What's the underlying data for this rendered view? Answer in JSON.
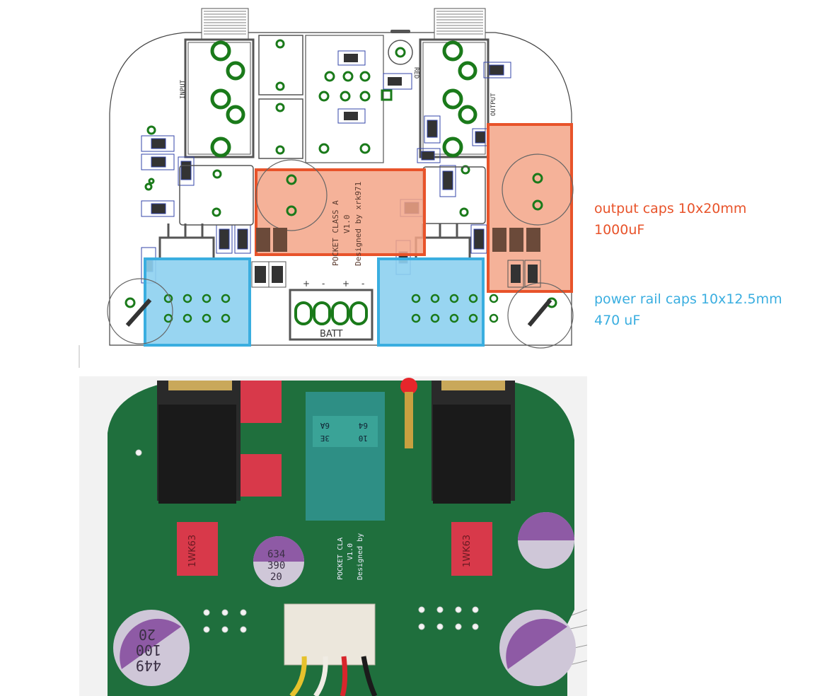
{
  "labels": {
    "input": "INPUT",
    "output": "OUTPUT",
    "batt": "BATT",
    "red": "RED",
    "board_line1": "POCKET CLASS A",
    "board_line2": "V1.0",
    "board_line3": "Designed by xrk971"
  },
  "annotations": {
    "output_caps_line1": "output caps 10x20mm",
    "output_caps_line2": "1000uF",
    "rail_caps_line1": "power rail caps 10x12.5mm",
    "rail_caps_line2": "470 uF"
  },
  "photo": {
    "cap_marks_a": [
      "20",
      "100",
      "449"
    ],
    "cap_marks_b": [
      "634",
      "390",
      "20"
    ],
    "film_cap_mark": "1WK63",
    "silk_line1": "POCKET CLA",
    "silk_line2": "V1.0",
    "silk_line3": "Designed by",
    "module_marks": [
      "6A",
      "3E",
      "64",
      "10"
    ]
  },
  "colors": {
    "output_caps_highlight": "#e8532a",
    "output_caps_fill": "#f3a487",
    "rail_caps_highlight": "#3aaee0",
    "rail_caps_fill": "#8dd0f0",
    "annotation_orange": "#e8532a",
    "annotation_blue": "#3aaee0",
    "pad_green": "#1a7a1a",
    "pcb_green": "#1f6f3d",
    "outline_gray": "#555555"
  }
}
